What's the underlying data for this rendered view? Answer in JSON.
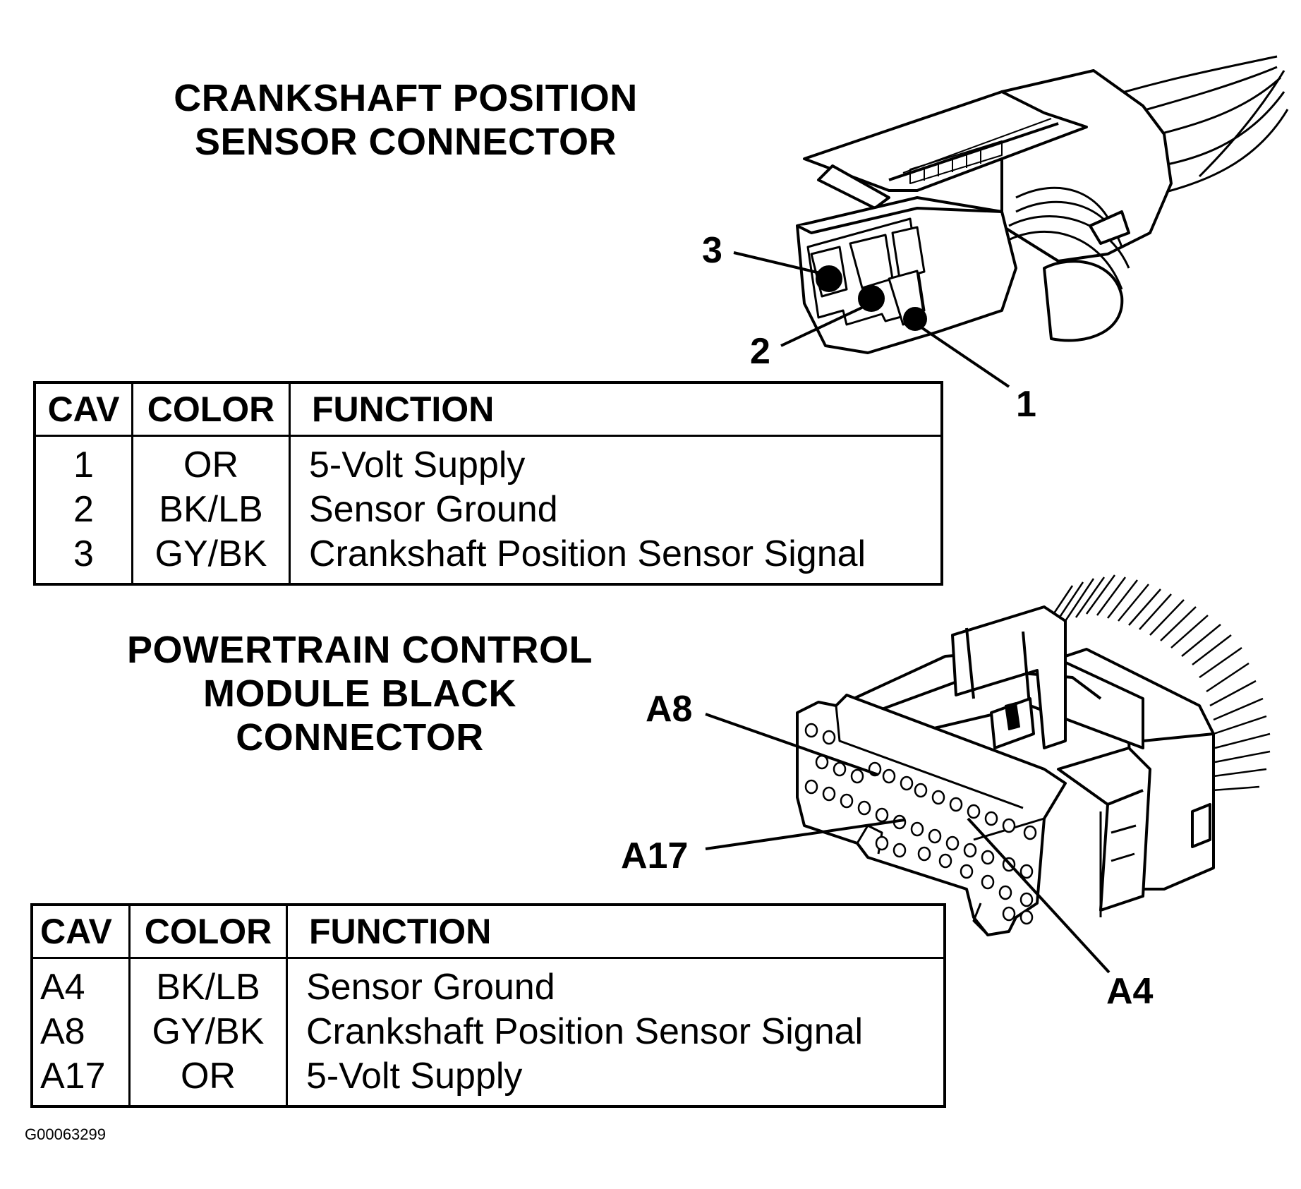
{
  "crankshaft": {
    "title_line1": "CRANKSHAFT POSITION",
    "title_line2": "SENSOR CONNECTOR",
    "callouts": [
      "3",
      "2",
      "1"
    ],
    "headers": [
      "CAV",
      "COLOR",
      "FUNCTION"
    ],
    "rows": [
      {
        "cav": "1",
        "color": "OR",
        "function": "5-Volt Supply"
      },
      {
        "cav": "2",
        "color": "BK/LB",
        "function": "Sensor Ground"
      },
      {
        "cav": "3",
        "color": "GY/BK",
        "function": "Crankshaft Position Sensor Signal"
      }
    ]
  },
  "pcm": {
    "title_line1": "POWERTRAIN CONTROL",
    "title_line2": "MODULE BLACK",
    "title_line3": "CONNECTOR",
    "callouts": [
      "A8",
      "A17",
      "A4"
    ],
    "headers": [
      "CAV",
      "COLOR",
      "FUNCTION"
    ],
    "rows": [
      {
        "cav": "A4",
        "color": "BK/LB",
        "function": "Sensor Ground"
      },
      {
        "cav": "A8",
        "color": "GY/BK",
        "function": "Crankshaft Position Sensor Signal"
      },
      {
        "cav": "A17",
        "color": "OR",
        "function": "5-Volt Supply"
      }
    ]
  },
  "figure_code": "G00063299"
}
